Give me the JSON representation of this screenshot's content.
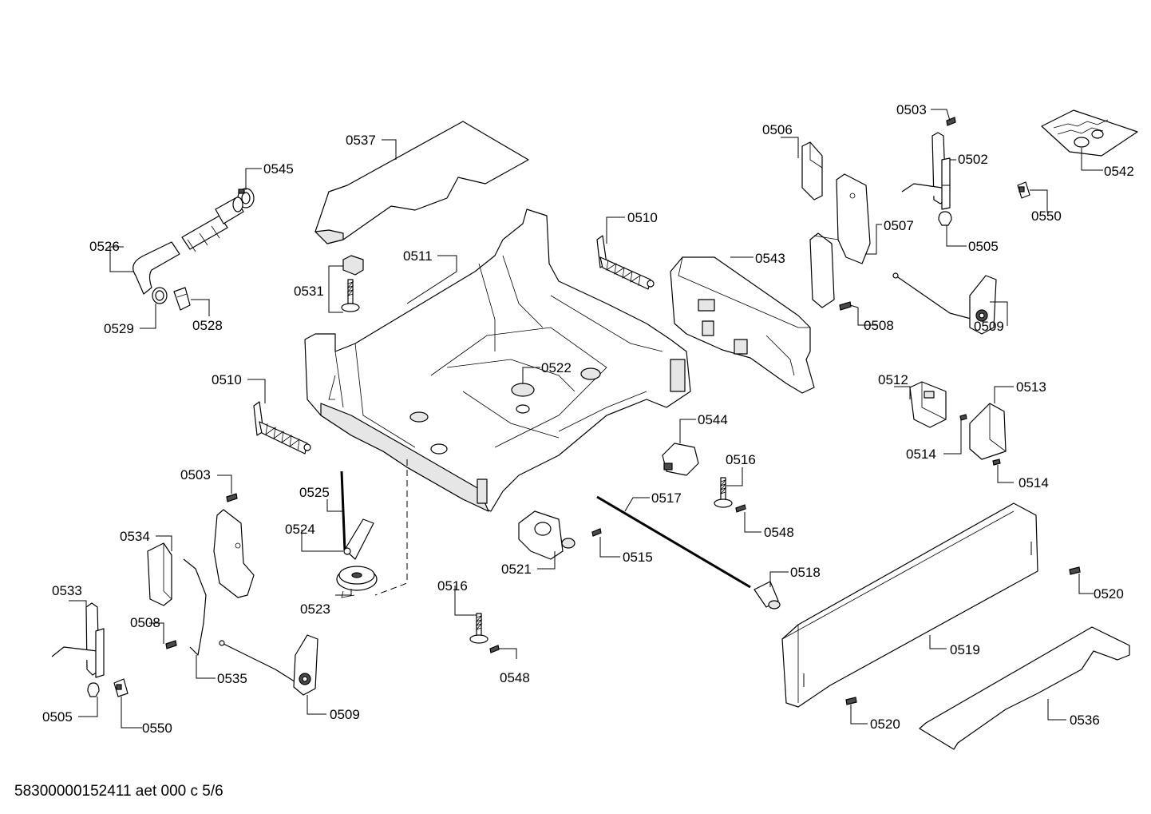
{
  "labels": {
    "p0503a": "0503",
    "p0506": "0506",
    "p0502": "0502",
    "p0542": "0542",
    "p0537": "0537",
    "p0545": "0545",
    "p0510a": "0510",
    "p0550a": "0550",
    "p0526": "0526",
    "p0511": "0511",
    "p0543": "0543",
    "p0507": "0507",
    "p0505a": "0505",
    "p0531": "0531",
    "p0529": "0529",
    "p0528": "0528",
    "p0508a": "0508",
    "p0509a": "0509",
    "p0522": "0522",
    "p0510b": "0510",
    "p0512": "0512",
    "p0513": "0513",
    "p0544": "0544",
    "p0514a": "0514",
    "p0516a": "0516",
    "p0514b": "0514",
    "p0503b": "0503",
    "p0525": "0525",
    "p0517": "0517",
    "p0548a": "0548",
    "p0524": "0524",
    "p0534": "0534",
    "p0521": "0521",
    "p0515": "0515",
    "p0518": "0518",
    "p0520a": "0520",
    "p0533": "0533",
    "p0516b": "0516",
    "p0523": "0523",
    "p0508b": "0508",
    "p0519": "0519",
    "p0548b": "0548",
    "p0535": "0535",
    "p0509b": "0509",
    "p0505b": "0505",
    "p0520b": "0520",
    "p0536": "0536",
    "p0550b": "0550"
  },
  "footer": "58300000152411 aet 000 c 5/6"
}
